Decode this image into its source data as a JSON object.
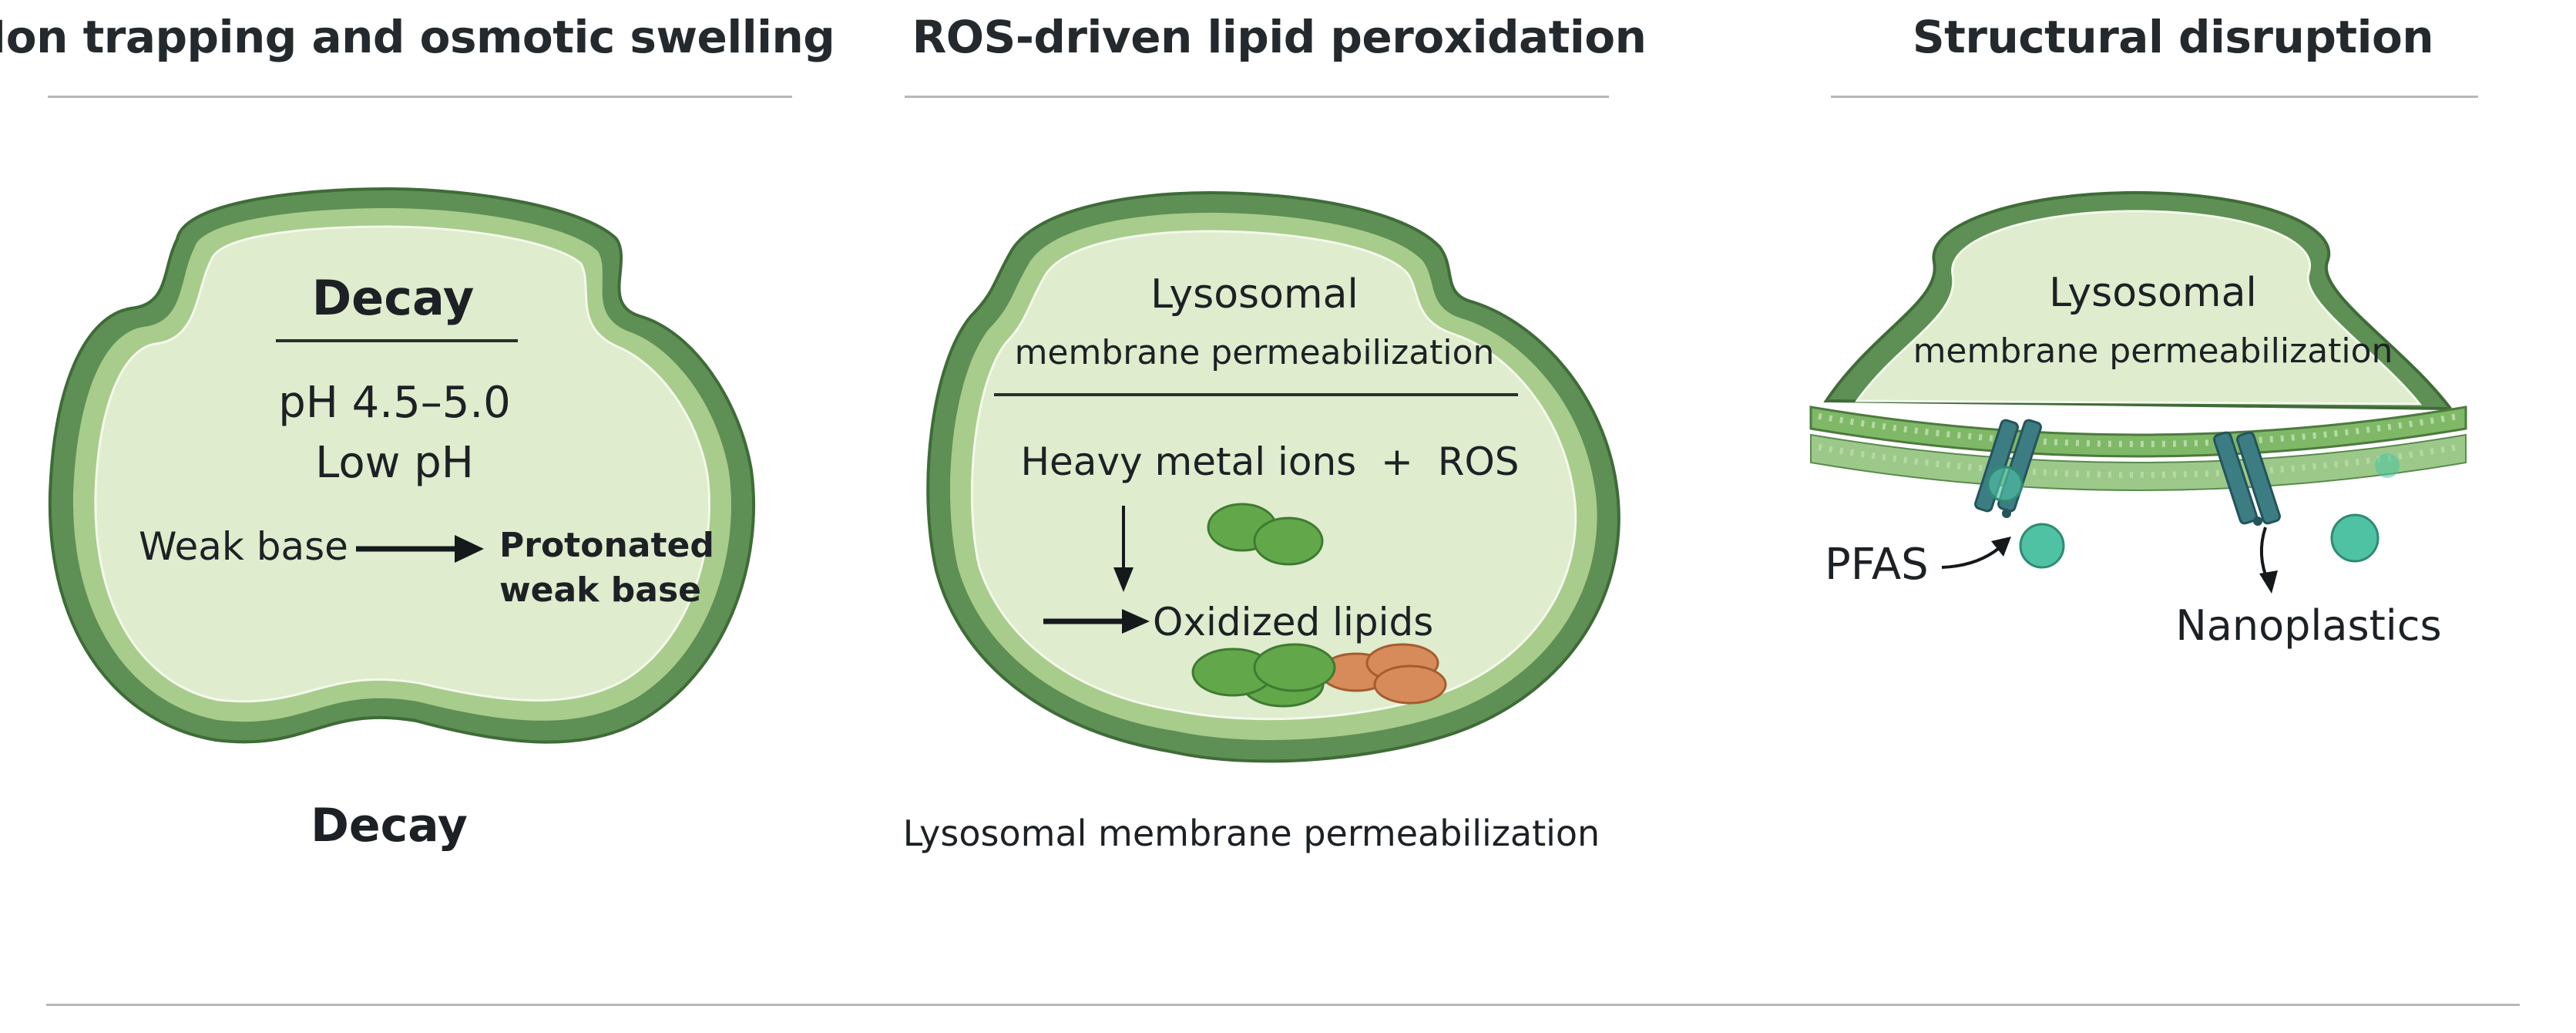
{
  "panels": [
    {
      "title": "Ion trapping and osmotic swelling",
      "heading": "Decay",
      "ph_range": "pH 4.5–5.0",
      "ph_label": "Low pH",
      "from_label": "Weak base",
      "to_label_line1": "Protonated",
      "to_label_line2": "weak base",
      "caption": "Decay"
    },
    {
      "title": "ROS-driven lipid peroxidation",
      "heading_line1": "Lysosomal",
      "heading_line2": "membrane permeabilization",
      "reactants": "Heavy metal ions  +  ROS",
      "product": "Oxidized lipids",
      "caption": "Lysosomal membrane permeabilization"
    },
    {
      "title": "Structural disruption",
      "heading_line1": "Lysosomal",
      "heading_line2": "membrane permeabilization",
      "agent1": "PFAS",
      "agent2": "Nanoplastics"
    }
  ],
  "colors": {
    "membrane_outer": "#5e8f54",
    "membrane_fill": "#a8cc8c",
    "lumen": "#dfeccd",
    "lipid_green": "#62a84a",
    "lipid_orange": "#d88b5a",
    "channel": "#3c7d84",
    "particle": "#4fc2a4"
  }
}
